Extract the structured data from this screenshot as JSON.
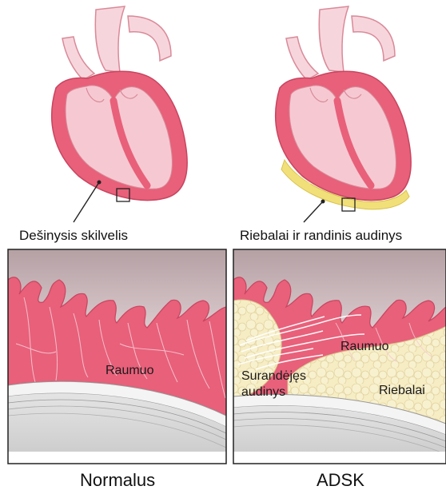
{
  "labels": {
    "right_ventricle": "Dešinysis skilvelis",
    "fat_scar": "Riebalai ir randinis audinys",
    "muscle_left": "Raumuo",
    "muscle_right": "Raumuo",
    "scar_line1": "Surandėjęs",
    "scar_line2": "audinys",
    "fat": "Riebalai",
    "normal": "Normalus",
    "adsk": "ADSK"
  },
  "colors": {
    "muscle": "#e8607a",
    "muscle_light": "#f4b8c4",
    "heart_fill": "#f6c9d2",
    "fat": "#f5eab8",
    "background_gradient_top": "#b9a5a8"
  },
  "icons": [
    "heart-normal-illustration",
    "heart-adsk-illustration",
    "zoom-box-icon",
    "pointer-line-icon"
  ]
}
